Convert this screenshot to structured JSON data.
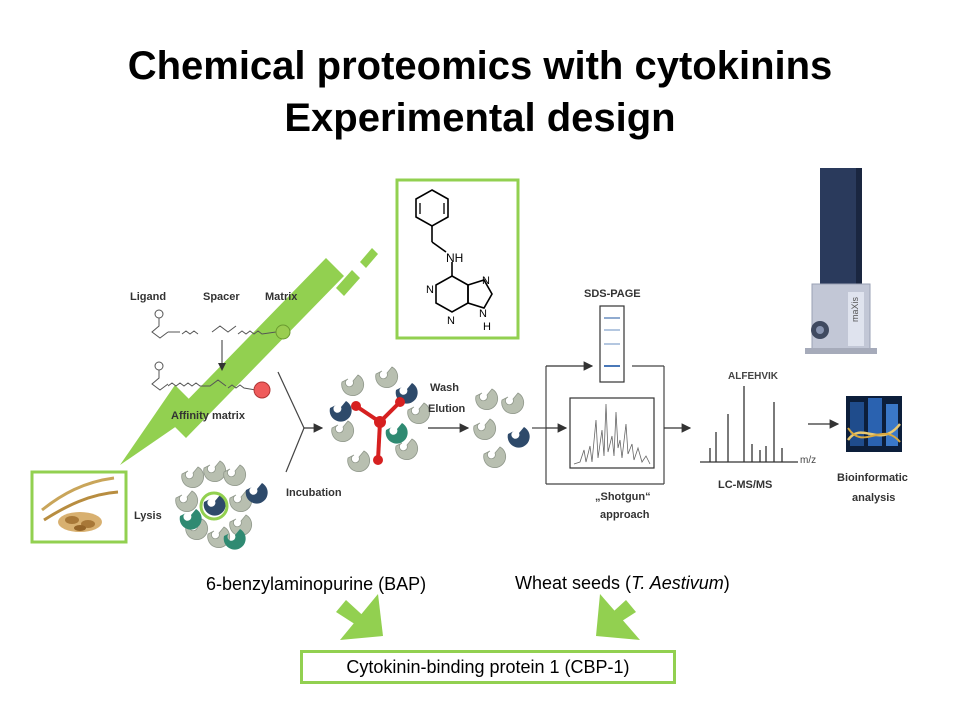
{
  "slide": {
    "title_line1": "Chemical proteomics with cytokinins",
    "title_line2": "Experimental design"
  },
  "labels": {
    "ligand": "Ligand",
    "spacer": "Spacer",
    "matrix": "Matrix",
    "affinity_matrix": "Affinity  matrix",
    "lysis": "Lysis",
    "incubation": "Incubation",
    "wash": "Wash",
    "elution": "Elution",
    "sds_page": "SDS-PAGE",
    "shotgun_1": "„Shotgun“",
    "shotgun_2": "approach",
    "lcms": "LC-MS/MS",
    "bioinf_1": "Bioinformatic",
    "bioinf_2": "analysis",
    "alfehvik": "ALFEHVIK",
    "mz": "m/z",
    "maxis": "maXis",
    "atom_nh": "NH",
    "atom_n": "N",
    "atom_h": "H"
  },
  "captions": {
    "bap": "6-benzylaminopurine (BAP)",
    "wheat_prefix": "Wheat seeds (",
    "wheat_species": "T. Aestivum",
    "wheat_suffix": ")",
    "result": "Cytokinin-binding protein 1 (CBP-1)"
  },
  "colors": {
    "accent_green": "#92d050",
    "bead_green": "#9acd50",
    "bead_red": "#ef5b5b",
    "ligand_red": "#d62020",
    "protein_grey": "#b8bfb0",
    "protein_navy": "#2e4a6a",
    "protein_teal": "#2f8a72"
  }
}
